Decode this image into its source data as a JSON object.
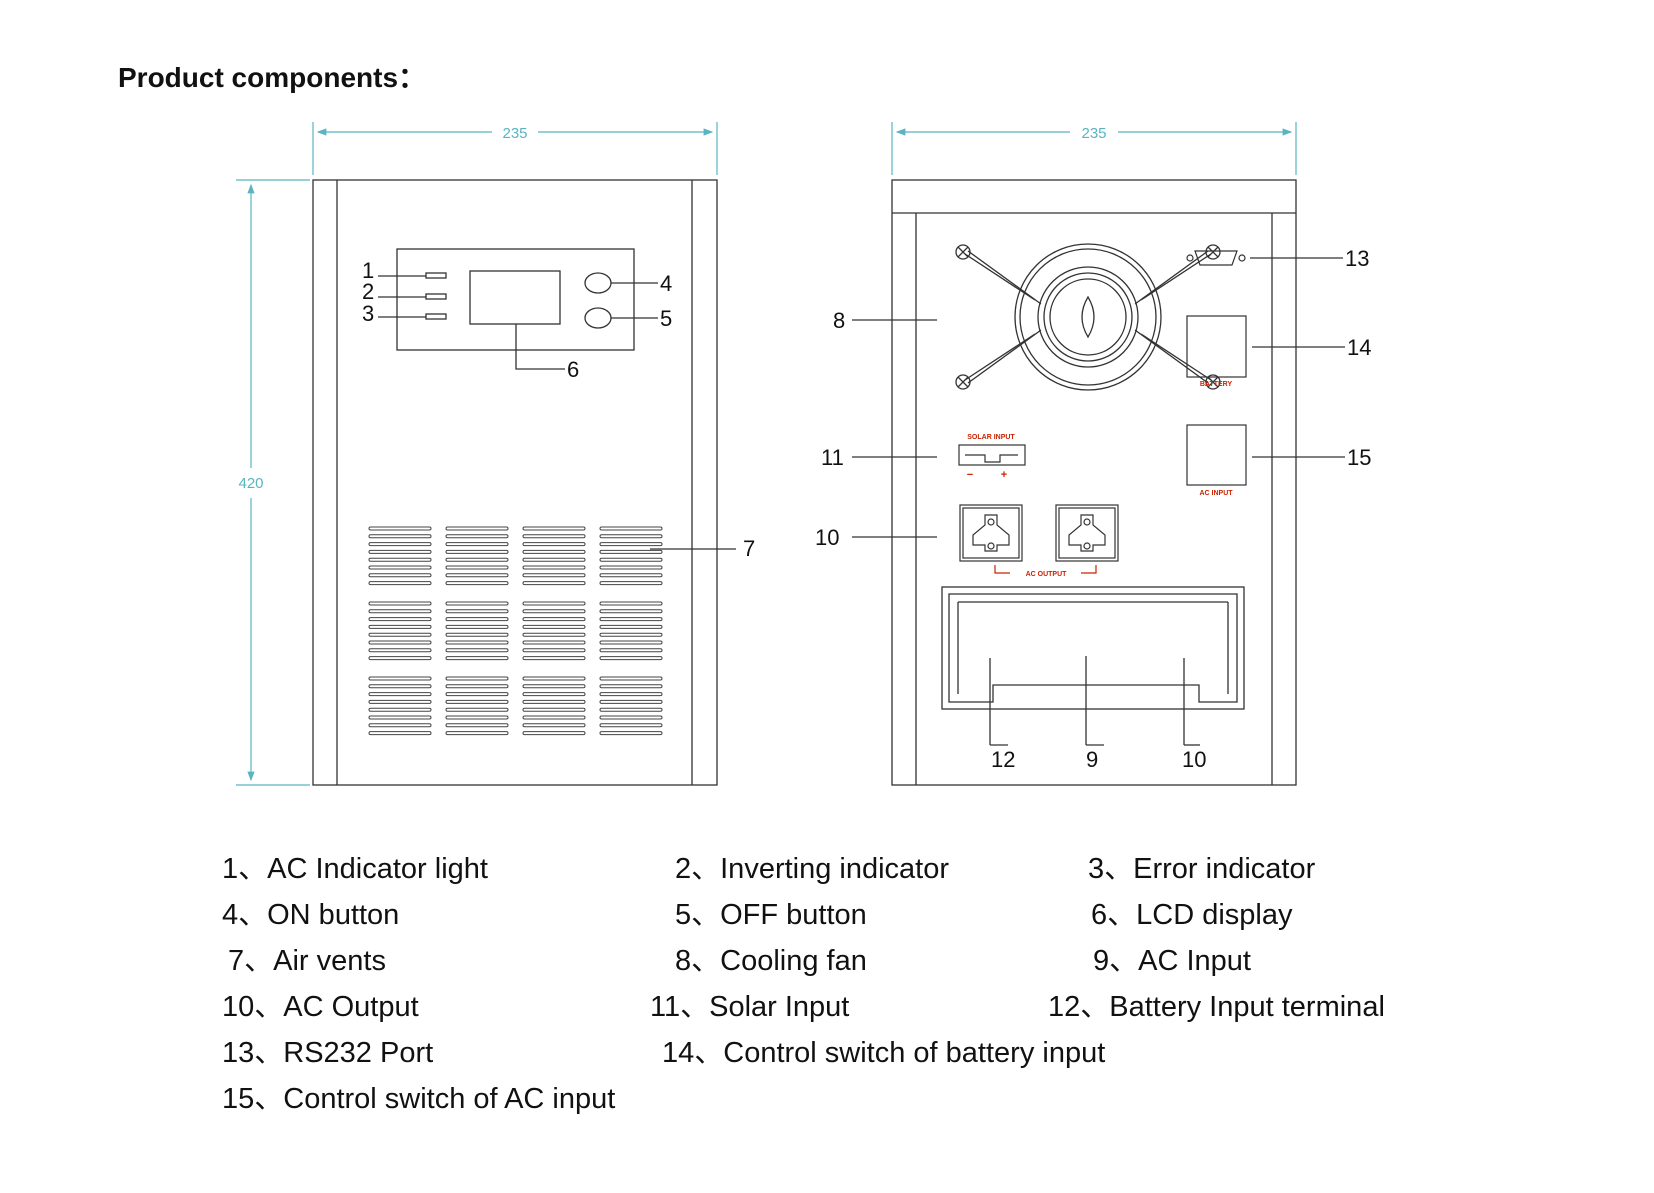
{
  "title": "Product components：",
  "dimensions": {
    "front_width": "235",
    "back_width": "235",
    "height": "420"
  },
  "callouts": {
    "front": [
      "1",
      "2",
      "3",
      "4",
      "5",
      "6",
      "7"
    ],
    "back": [
      "8",
      "13",
      "14",
      "11",
      "15",
      "10",
      "12",
      "9",
      "10"
    ]
  },
  "panel_labels": {
    "solar": "SOLAR INPUT",
    "battery": "BATTERY",
    "ac_input": "AC INPUT",
    "ac_output": "AC OUTPUT",
    "minus": "−",
    "plus": "+"
  },
  "colors": {
    "dimension": "#5ab4c2",
    "outline": "#333333",
    "label_red": "#cc2200"
  },
  "legend": [
    [
      "1、AC Indicator light",
      "2、Inverting indicator",
      "3、Error indicator"
    ],
    [
      "4、ON button",
      "5、OFF button",
      "6、LCD display"
    ],
    [
      "7、Air vents",
      "8、Cooling fan",
      "9、AC Input"
    ],
    [
      "10、AC Output",
      "11、Solar Input",
      "12、Battery Input terminal"
    ],
    [
      "13、RS232 Port",
      "14、Control switch of battery input"
    ],
    [
      "15、Control switch of AC input"
    ]
  ]
}
